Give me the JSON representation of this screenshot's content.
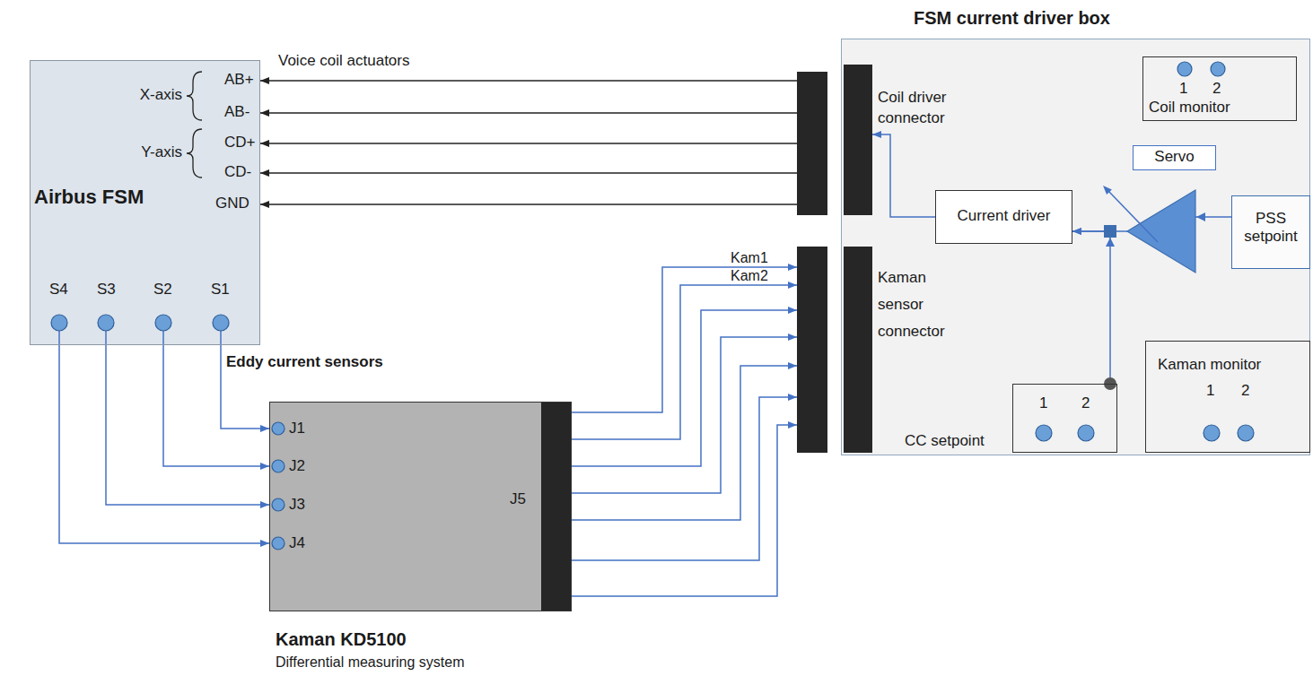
{
  "diagram": {
    "nodes": [
      {
        "text": [
          "Airbus FSM"
        ]
      },
      {
        "text": [
          "Kaman KD5100",
          "Differential measuring system"
        ]
      },
      {
        "text": [
          "FSM current driver box"
        ]
      },
      {
        "text": [
          "Coil driver connector"
        ],
        "in": 2
      },
      {
        "text": [
          "1",
          "2",
          "Coil monitor"
        ],
        "in": 2
      },
      {
        "text": [
          "Servo"
        ],
        "in": 2
      },
      {
        "text": [
          "Current driver"
        ],
        "in": 2
      },
      {
        "text": [
          "PSS setpoint"
        ],
        "in": 2
      },
      {
        "text": [
          "Kaman sensor connector"
        ],
        "in": 2
      },
      {
        "text": [
          "Kaman monitor",
          "1",
          "2"
        ],
        "in": 2
      },
      {
        "text": [
          "1",
          "2",
          "CC setpoint"
        ],
        "in": 2
      }
    ],
    "edges": [
      {
        "from": 3,
        "to": 0,
        "arrow": "to"
      },
      {
        "from": 3,
        "to": 0,
        "arrow": "to"
      },
      {
        "from": 3,
        "to": 0,
        "arrow": "to"
      },
      {
        "from": 3,
        "to": 0,
        "arrow": "to"
      },
      {
        "from": 3,
        "to": 0,
        "arrow": "to"
      },
      {
        "from": 0,
        "to": 1,
        "arrow": "to"
      },
      {
        "from": 0,
        "to": 1,
        "arrow": "to"
      },
      {
        "from": 0,
        "to": 1,
        "arrow": "to"
      },
      {
        "from": 0,
        "to": 1,
        "arrow": "to"
      },
      {
        "from": 1,
        "to": 8,
        "label": "Kam1",
        "arrow": "to"
      },
      {
        "from": 1,
        "to": 8,
        "label": "Kam2",
        "arrow": "to"
      },
      {
        "from": 1,
        "to": 8,
        "arrow": "to"
      },
      {
        "from": 1,
        "to": 8,
        "arrow": "to"
      },
      {
        "from": 1,
        "to": 8,
        "arrow": "to"
      },
      {
        "from": 1,
        "to": 8,
        "arrow": "to"
      },
      {
        "from": 1,
        "to": 8,
        "arrow": "to"
      },
      {
        "from": 6,
        "to": 3,
        "arrow": "to"
      },
      {
        "from": 7,
        "to": 6,
        "arrow": "to"
      },
      {
        "from": 10,
        "to": 6,
        "arrow": "to"
      }
    ],
    "labels": [
      "Voice coil actuators",
      "X-axis",
      "AB+",
      "AB-",
      "Y-axis",
      "CD+",
      "CD-",
      "GND",
      "S4",
      "S3",
      "S2",
      "S1",
      "Eddy current sensors",
      "J1",
      "J2",
      "J3",
      "J4",
      "J5"
    ]
  }
}
